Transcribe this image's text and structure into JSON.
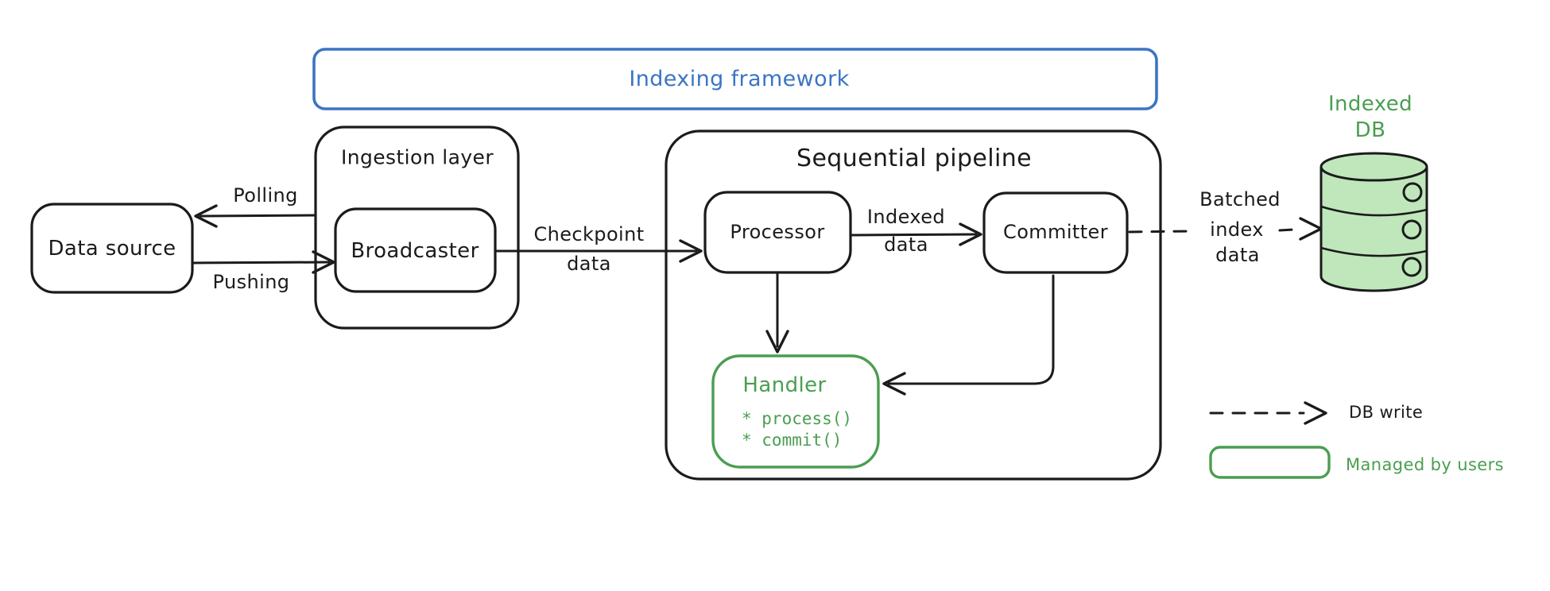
{
  "colors": {
    "blue": "#3b74c4",
    "green": "#4a9e50",
    "green_fill": "#bfe7bb",
    "ink": "#1b1b1b"
  },
  "framework": {
    "title": "Indexing framework"
  },
  "nodes": {
    "data_source": "Data source",
    "ingestion_layer": "Ingestion layer",
    "broadcaster": "Broadcaster",
    "sequential_pipeline": "Sequential pipeline",
    "processor": "Processor",
    "committer": "Committer",
    "handler": {
      "title": "Handler",
      "methods": [
        "* process()",
        "* commit()"
      ]
    },
    "indexed_db": "Indexed\nDB"
  },
  "edges": {
    "polling": "Polling",
    "pushing": "Pushing",
    "checkpoint": "Checkpoint\ndata",
    "indexed": "Indexed\ndata",
    "batched": {
      "line1": "Batched",
      "line2": "index",
      "line3": "data"
    }
  },
  "legend": {
    "db_write": "DB write",
    "managed_by_users": "Managed by users"
  }
}
